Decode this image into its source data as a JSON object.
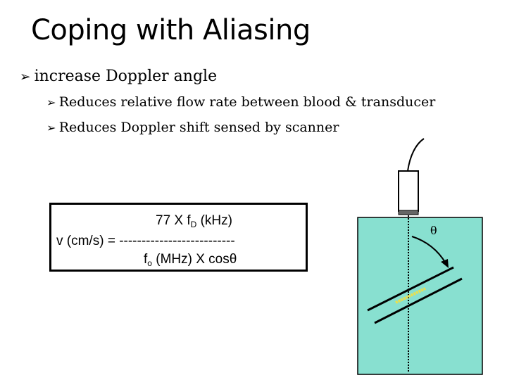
{
  "slide": {
    "title": "Coping with Aliasing",
    "bullets": [
      {
        "text": "increase Doppler angle",
        "level": 1
      },
      {
        "text": "Reduces relative flow rate between blood & transducer",
        "level": 2
      },
      {
        "text": "Reduces Doppler shift sensed by scanner",
        "level": 2
      }
    ],
    "bullet_icon": "arrow-bullet-icon"
  },
  "formula": {
    "numerator_prefix": "77  X  f",
    "numerator_sub": "D",
    "numerator_suffix": " (kHz)",
    "lhs": "v (cm/s) = --------------------------",
    "denominator_prefix": "f",
    "denominator_sub": "o",
    "denominator_suffix": " (MHz)  X  cosθ"
  },
  "diagram": {
    "angle_label": "θ",
    "colors": {
      "tissue": "#88e0d0",
      "vessel": "#000000",
      "doppler_segment": "#e8e050",
      "transducer_face": "#666666"
    }
  }
}
